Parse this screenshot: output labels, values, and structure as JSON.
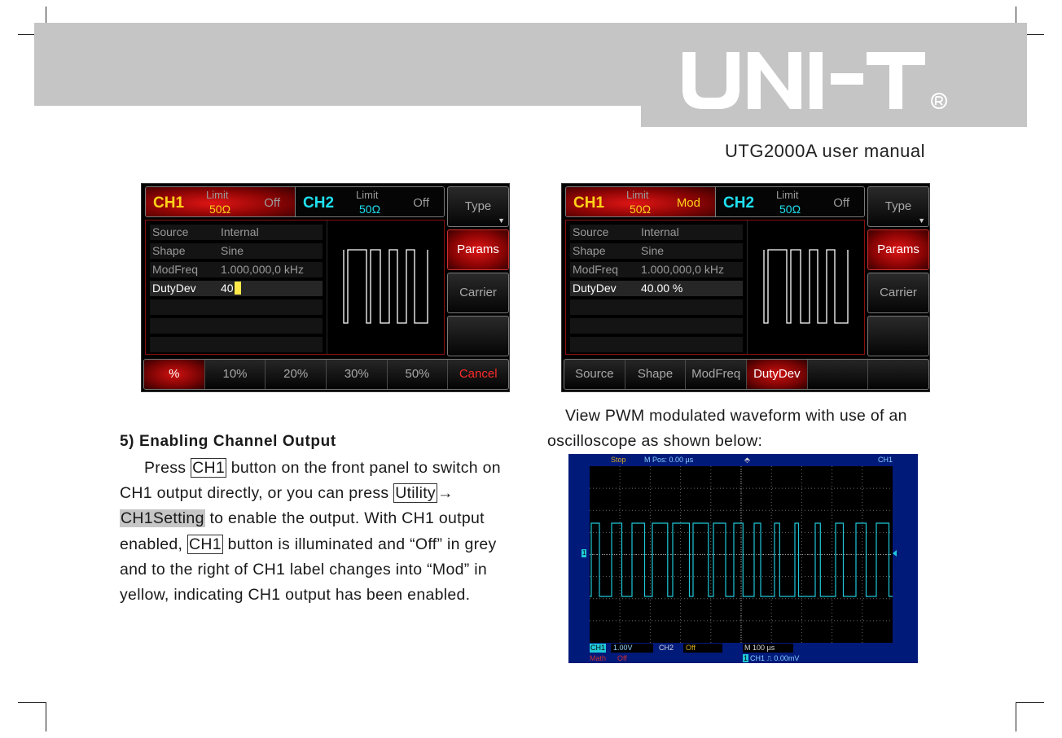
{
  "header": {
    "brand": "UNI-T",
    "registered_mark": "®",
    "manual_title": "UTG2000A user manual"
  },
  "screen_left": {
    "ch1": {
      "name": "CH1",
      "limit_label": "Limit",
      "limit_value": "50Ω",
      "state": "Off"
    },
    "ch2": {
      "name": "CH2",
      "limit_label": "Limit",
      "limit_value": "50Ω",
      "state": "Off"
    },
    "params": [
      {
        "label": "Source",
        "value": "Internal"
      },
      {
        "label": "Shape",
        "value": "Sine"
      },
      {
        "label": "ModFreq",
        "value": "1.000,000,0 kHz"
      },
      {
        "label": "DutyDev",
        "value": "40"
      }
    ],
    "side_buttons": [
      "Type",
      "Params",
      "Carrier",
      ""
    ],
    "soft_buttons": [
      "%",
      "10%",
      "20%",
      "30%",
      "50%",
      "Cancel"
    ]
  },
  "screen_right": {
    "ch1": {
      "name": "CH1",
      "limit_label": "Limit",
      "limit_value": "50Ω",
      "state": "Mod"
    },
    "ch2": {
      "name": "CH2",
      "limit_label": "Limit",
      "limit_value": "50Ω",
      "state": "Off"
    },
    "params": [
      {
        "label": "Source",
        "value": "Internal"
      },
      {
        "label": "Shape",
        "value": "Sine"
      },
      {
        "label": "ModFreq",
        "value": "1.000,000,0 kHz"
      },
      {
        "label": "DutyDev",
        "value": "40.00 %"
      }
    ],
    "side_buttons": [
      "Type",
      "Params",
      "Carrier",
      ""
    ],
    "soft_buttons": [
      "Source",
      "Shape",
      "ModFreq",
      "DutyDev",
      "",
      ""
    ]
  },
  "right_text": {
    "line1": "View PWM modulated waveform with use of an",
    "line2": "oscilloscope as shown below:"
  },
  "section": {
    "heading": "5) Enabling Channel Output",
    "p1_press": "Press",
    "key_ch1": "CH1",
    "p1_rest": "button on the front panel to switch on",
    "p2_a": "CH1 output directly, or you can press",
    "key_utility": "Utility",
    "arrow": "→",
    "key_ch1setting": "CH1Setting",
    "p3_rest": "to enable the output. With CH1 output",
    "p4_a": "enabled,",
    "p4_rest": "button is illuminated and “Off” in grey",
    "p5": "and to the right of CH1 label changes into “Mod” in",
    "p6": "yellow, indicating CH1 output has been enabled."
  },
  "oscilloscope": {
    "status": "Stop",
    "mpos": "M Pos: 0.00 µs",
    "channel": "CH1",
    "ch1_label": "CH1",
    "ch1_scale": "1.00V",
    "ch2_label": "CH2",
    "ch2_state": "Off",
    "timebase": "M 100 µs",
    "math_label": "Math",
    "math_state": "Off",
    "trigger_badge": "1",
    "trigger_info": "CH1 ⎍ 0.00mV",
    "marker_ch": "1"
  },
  "colors": {
    "header_grey": "#c5c5c5",
    "ch1_yellow": "#ffd21a",
    "ch2_cyan": "#1fe0f0",
    "active_red": "#d01010",
    "scope_blue": "#001a7a",
    "trace_cyan": "#1fc8d8"
  }
}
